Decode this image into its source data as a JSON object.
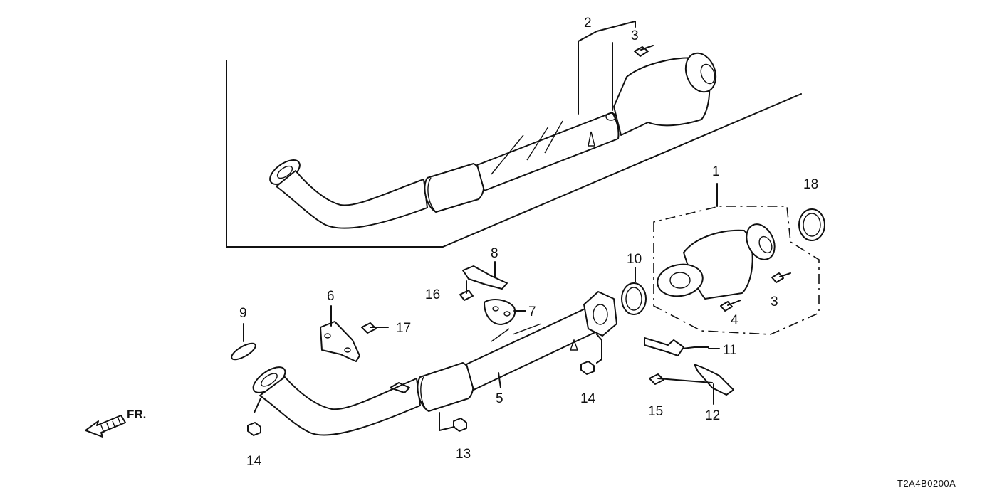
{
  "callouts": {
    "c1": "1",
    "c2": "2",
    "c3a": "3",
    "c3b": "3",
    "c4": "4",
    "c5": "5",
    "c6": "6",
    "c7": "7",
    "c8": "8",
    "c9": "9",
    "c10": "10",
    "c11": "11",
    "c12": "12",
    "c13": "13",
    "c14a": "14",
    "c14b": "14",
    "c15": "15",
    "c16": "16",
    "c17": "17",
    "c18": "18"
  },
  "direction": {
    "label": "FR."
  },
  "diagram_code": "T2A4B0200A",
  "icons": [
    "front-direction-arrow-icon"
  ]
}
